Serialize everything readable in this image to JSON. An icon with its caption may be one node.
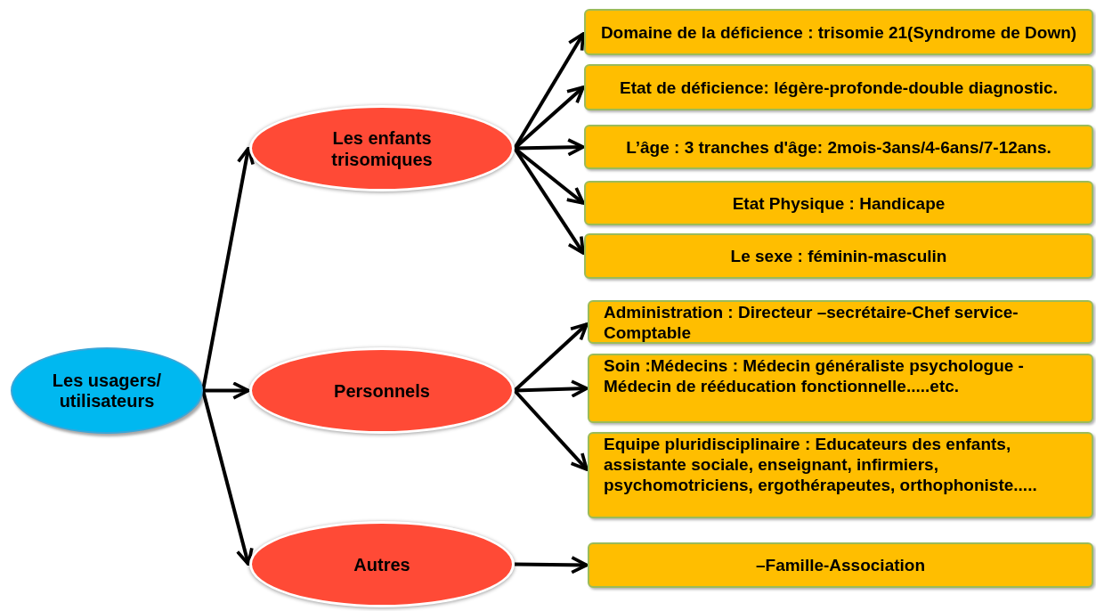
{
  "diagram": {
    "nodes": [
      {
        "text": [
          "Les usagers/ utilisateurs"
        ]
      },
      {
        "text": [
          "Les enfants trisomiques"
        ]
      },
      {
        "text": [
          "Personnels"
        ]
      },
      {
        "text": [
          "Autres"
        ]
      },
      {
        "text": [
          "Domaine de la déficience : trisomie 21(Syndrome de Down)"
        ]
      },
      {
        "text": [
          "Etat de déficience: légère-profonde-double diagnostic."
        ]
      },
      {
        "text": [
          "L’âge : 3 tranches d'âge: 2mois-3ans/4-6ans/7-12ans."
        ]
      },
      {
        "text": [
          "Etat Physique : Handicape"
        ]
      },
      {
        "text": [
          "Le sexe : féminin-masculin"
        ]
      },
      {
        "text": [
          "Administration : Directeur –secrétaire-Chef service-Comptable"
        ]
      },
      {
        "text": [
          "Soin :Médecins : Médecin généraliste psychologue -Médecin de rééducation fonctionnelle.....etc."
        ]
      },
      {
        "text": [
          "Equipe pluridisciplinaire : Educateurs des enfants, assistante sociale, enseignant, infirmiers, psychomotriciens, ergothérapeutes, orthophoniste....."
        ]
      },
      {
        "text": [
          "–Famille-Association"
        ]
      }
    ],
    "edges": [
      {
        "from": 0,
        "to": 1,
        "arrow": "to"
      },
      {
        "from": 0,
        "to": 2,
        "arrow": "to"
      },
      {
        "from": 0,
        "to": 3,
        "arrow": "to"
      },
      {
        "from": 1,
        "to": 4,
        "arrow": "to"
      },
      {
        "from": 1,
        "to": 5,
        "arrow": "to"
      },
      {
        "from": 1,
        "to": 6,
        "arrow": "to"
      },
      {
        "from": 1,
        "to": 7,
        "arrow": "to"
      },
      {
        "from": 1,
        "to": 8,
        "arrow": "to"
      },
      {
        "from": 2,
        "to": 9,
        "arrow": "to"
      },
      {
        "from": 2,
        "to": 10,
        "arrow": "to"
      },
      {
        "from": 2,
        "to": 11,
        "arrow": "to"
      },
      {
        "from": 3,
        "to": 12,
        "arrow": "to"
      }
    ]
  }
}
